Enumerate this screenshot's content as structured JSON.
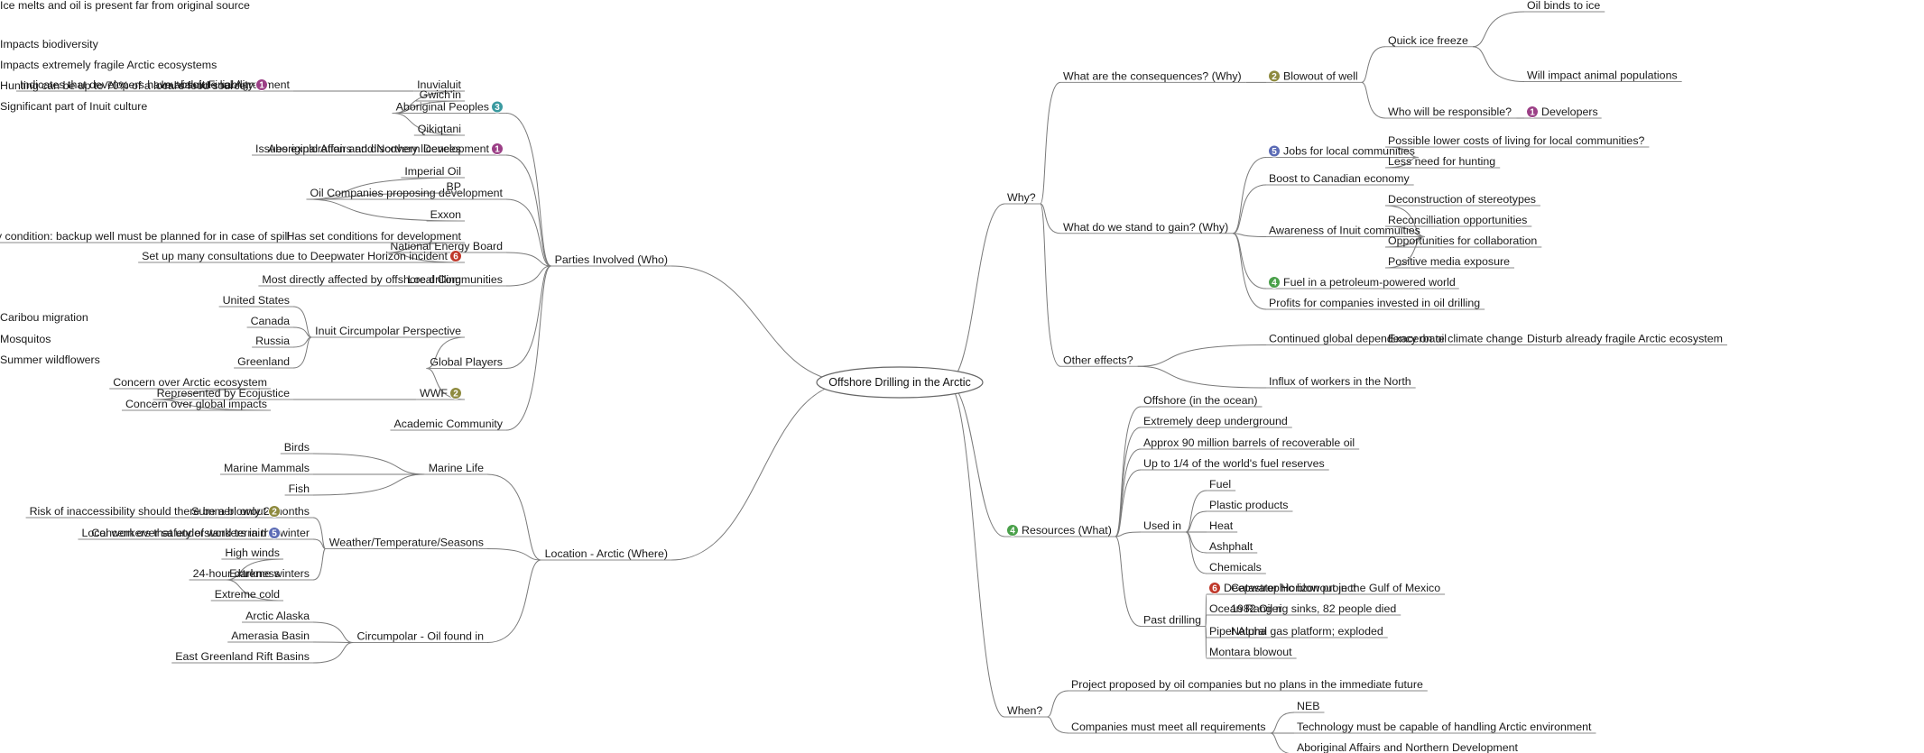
{
  "root": "Offshore Drilling in the Arctic",
  "colors": {
    "purple": "#9b3f86",
    "teal": "#3a9aa0",
    "olive": "#8e8a3e",
    "red": "#c0392b",
    "blue": "#5b6bb5",
    "green": "#4aa04a"
  },
  "left": [
    {
      "label": "Parties Involved (Who)",
      "children": [
        {
          "label": "Aboriginal Peoples",
          "badge": "3",
          "badge_color": "teal",
          "children": [
            {
              "label": "Inuvialuit",
              "children": [
                {
                  "label": "Inuvialuit Final Agreement",
                  "children": [
                    {
                      "label": "Indicates that developers have absolute liability",
                      "badge": "1",
                      "badge_color": "purple"
                    }
                  ]
                }
              ]
            },
            {
              "label": "Gwich'in"
            },
            {
              "label": "Qikiqtani"
            }
          ]
        },
        {
          "label": "Aboriginal Affairs and Northern Development",
          "badge": "1",
          "badge_color": "purple",
          "children": [
            {
              "label": "Issues exploration and discovery licences"
            }
          ]
        },
        {
          "label": "Oil Companies proposing development",
          "children": [
            {
              "label": "Imperial Oil"
            },
            {
              "label": "BP"
            },
            {
              "label": "Exxon"
            }
          ]
        },
        {
          "label": "National Energy Board",
          "children": [
            {
              "label": "Has set conditions for development",
              "children": [
                {
                  "label": "Key condition: backup well must be planned for in case of spill"
                }
              ]
            },
            {
              "label": "Set up many consultations due to Deepwater Horizon incident",
              "badge": "6",
              "badge_color": "red"
            }
          ]
        },
        {
          "label": "Local Communities",
          "children": [
            {
              "label": "Most directly affected by offshore drilling"
            }
          ]
        },
        {
          "label": "Global Players",
          "children": [
            {
              "label": "Inuit Circumpolar Perspective",
              "children": [
                {
                  "label": "United States"
                },
                {
                  "label": "Canada"
                },
                {
                  "label": "Russia"
                },
                {
                  "label": "Greenland"
                }
              ]
            },
            {
              "label": "WWF",
              "badge": "2",
              "badge_color": "olive",
              "children": [
                {
                  "label": "Represented by Ecojustice",
                  "children": [
                    {
                      "label": "Concern over Arctic ecosystem"
                    },
                    {
                      "label": "Concern over global impacts"
                    }
                  ]
                }
              ]
            }
          ]
        },
        {
          "label": "Academic Community"
        }
      ]
    },
    {
      "label": "Location - Arctic (Where)",
      "children": [
        {
          "label": "Marine Life",
          "children": [
            {
              "label": "Birds"
            },
            {
              "label": "Marine Mammals"
            },
            {
              "label": "Fish"
            }
          ]
        },
        {
          "label": "Weather/Temperature/Seasons",
          "children": [
            {
              "label": "Summer: only 2 months",
              "children": [
                {
                  "label": "Risk of inaccessibility should there be a blowout",
                  "badge": "2",
                  "badge_color": "olive"
                }
              ]
            },
            {
              "label": "Concern over safety of workers in the winter",
              "children": [
                {
                  "label": "Local workers that understand terrain",
                  "badge": "5",
                  "badge_color": "blue"
                }
              ]
            },
            {
              "label": "Extreme winters",
              "children": [
                {
                  "label": "High winds"
                },
                {
                  "label": "24-hour darkness"
                },
                {
                  "label": "Extreme cold"
                }
              ]
            }
          ]
        },
        {
          "label": "Circumpolar - Oil found in",
          "children": [
            {
              "label": "Arctic Alaska"
            },
            {
              "label": "Amerasia Basin"
            },
            {
              "label": "East Greenland Rift Basins"
            }
          ]
        }
      ]
    }
  ],
  "right": [
    {
      "label": "Why?",
      "children": [
        {
          "label": "What are the consequences? (Why)",
          "children": [
            {
              "label": "Blowout of well",
              "badge": "2",
              "badge_color": "olive",
              "children": [
                {
                  "label": "Quick ice freeze",
                  "children": [
                    {
                      "label": "Oil binds to ice",
                      "children": [
                        {
                          "label": "Ice melts and oil is present far from original source"
                        }
                      ]
                    },
                    {
                      "label": "Will impact animal populations",
                      "children": [
                        {
                          "label": "Impacts biodiversity"
                        },
                        {
                          "label": "Impacts extremely fragile Arctic ecosystems"
                        },
                        {
                          "label": "Hunting can be up to 70% of a local's food source"
                        },
                        {
                          "label": "Significant part of Inuit culture"
                        }
                      ]
                    }
                  ]
                },
                {
                  "label": "Who will be responsible?",
                  "children": [
                    {
                      "label": "Developers",
                      "badge": "1",
                      "badge_color": "purple"
                    }
                  ]
                }
              ]
            }
          ]
        },
        {
          "label": "What do we stand to gain? (Why)",
          "children": [
            {
              "label": "Jobs for local communities",
              "badge": "5",
              "badge_color": "blue",
              "children": [
                {
                  "label": "Possible lower costs of living for local communities?"
                },
                {
                  "label": "Less need for hunting"
                }
              ]
            },
            {
              "label": "Boost to Canadian economy"
            },
            {
              "label": "Awareness of Inuit commuities",
              "children": [
                {
                  "label": "Deconstruction of stereotypes"
                },
                {
                  "label": "Reconcilliation opportunities"
                },
                {
                  "label": "Opportunities for collaboration"
                },
                {
                  "label": "Positive media exposure"
                }
              ]
            },
            {
              "label": "Fuel in a petroleum-powered world",
              "badge": "4",
              "badge_color": "green"
            },
            {
              "label": "Profits for companies invested in oil drilling"
            }
          ]
        },
        {
          "label": "Other effects?",
          "children": [
            {
              "label": "Continued global dependency on oil",
              "children": [
                {
                  "label": "Exacerbate climate change",
                  "children": [
                    {
                      "label": "Disturb already fragile Arctic ecosystem",
                      "children": [
                        {
                          "label": "Caribou migration"
                        },
                        {
                          "label": "Mosquitos"
                        },
                        {
                          "label": "Summer wildflowers"
                        }
                      ]
                    }
                  ]
                }
              ]
            },
            {
              "label": "Influx of workers in the North"
            }
          ]
        }
      ]
    },
    {
      "label": "Resources (What)",
      "badge": "4",
      "badge_color": "green",
      "children": [
        {
          "label": "Offshore (in the ocean)"
        },
        {
          "label": "Extremely deep underground"
        },
        {
          "label": "Approx 90 million barrels of recoverable oil"
        },
        {
          "label": "Up to 1/4 of the world's fuel reserves"
        },
        {
          "label": "Used in",
          "children": [
            {
              "label": "Fuel"
            },
            {
              "label": "Plastic products"
            },
            {
              "label": "Heat"
            },
            {
              "label": "Ashphalt"
            },
            {
              "label": "Chemicals"
            }
          ]
        },
        {
          "label": "Past drilling",
          "children": [
            {
              "label": "Deepwater Horizon project",
              "badge": "6",
              "badge_color": "red",
              "children": [
                {
                  "label": "Catastrophic blowout in the Gulf of Mexico"
                }
              ]
            },
            {
              "label": "Ocean Ranger",
              "children": [
                {
                  "label": "1982 Oil rig sinks, 82 people died"
                }
              ]
            },
            {
              "label": "Piper Alpha",
              "children": [
                {
                  "label": "Natural gas platform; exploded"
                }
              ]
            },
            {
              "label": "Montara blowout"
            }
          ]
        }
      ]
    },
    {
      "label": "When?",
      "children": [
        {
          "label": "Project proposed by oil companies but no plans in the immediate future"
        },
        {
          "label": "Companies must meet all requirements",
          "children": [
            {
              "label": "NEB"
            },
            {
              "label": "Technology must be capable of handling Arctic environment"
            },
            {
              "label": "Aboriginal Affairs and Northern Development"
            }
          ]
        }
      ]
    }
  ]
}
